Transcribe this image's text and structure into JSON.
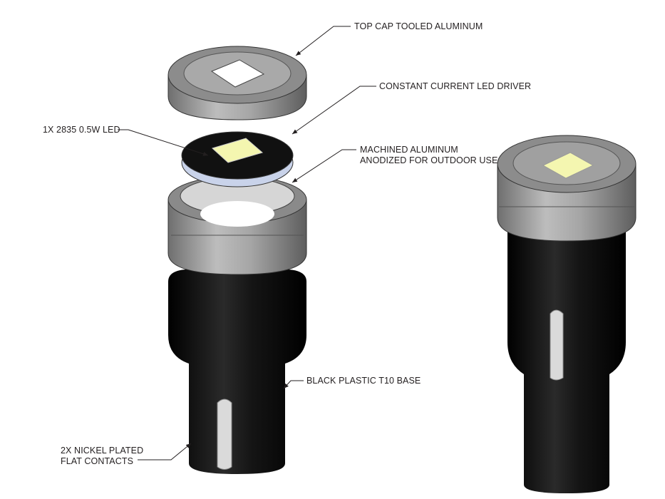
{
  "labels": {
    "top_cap": "TOP CAP TOOLED ALUMINUM",
    "driver": "CONSTANT CURRENT LED DRIVER",
    "led": "1X 2835 0.5W LED",
    "machined_1": "MACHINED ALUMINUM",
    "machined_2": "ANODIZED FOR OUTDOOR USE",
    "base": "BLACK PLASTIC T10 BASE",
    "contacts_1": "2X NICKEL PLATED",
    "contacts_2": "FLAT CONTACTS"
  },
  "colors": {
    "aluminum": "#9a9a9a",
    "aluminum_light": "#c8c8c8",
    "plastic": "#0d0d0d",
    "led": "#f4f6b0",
    "nickel": "#d8d8d8",
    "rim": "#c9d3ea"
  }
}
